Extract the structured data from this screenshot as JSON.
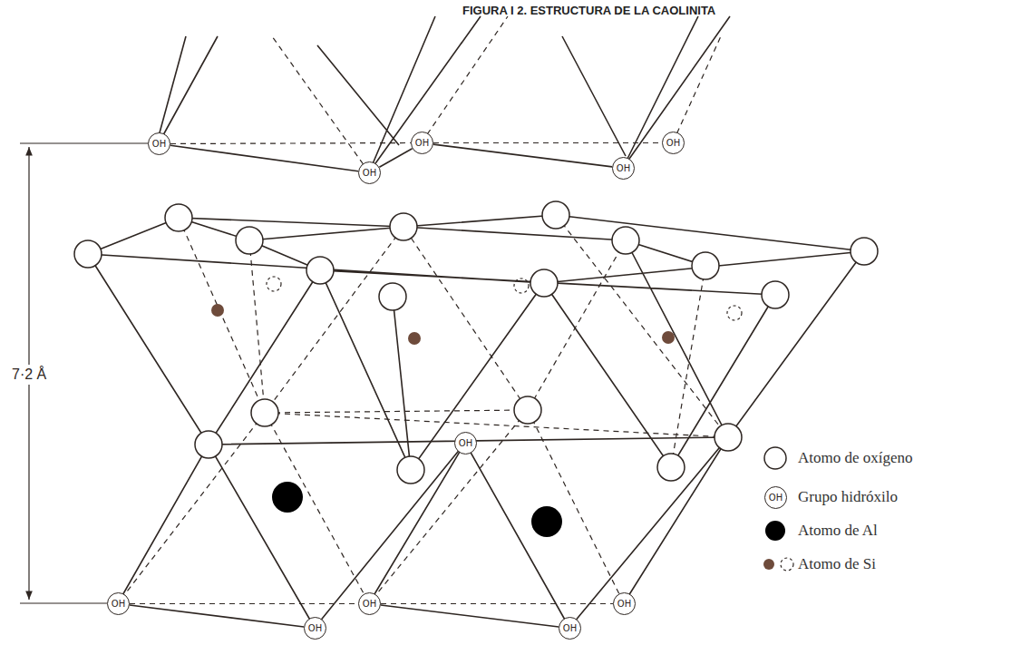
{
  "diagram": {
    "title": "FIGURA I 2. ESTRUCTURA DE LA CAOLINITA",
    "nodes": [
      {
        "text": [
          "OH"
        ]
      },
      {
        "text": [
          "OH"
        ]
      },
      {
        "text": [
          "OH"
        ]
      },
      {
        "text": [
          "OH"
        ]
      },
      {
        "text": [
          "OH"
        ]
      },
      {
        "text": [
          "OH"
        ]
      },
      {
        "text": [
          "OH"
        ]
      },
      {
        "text": [
          "OH"
        ]
      },
      {
        "text": [
          "OH"
        ]
      },
      {
        "text": [
          "OH"
        ]
      },
      {
        "text": [
          "OH"
        ]
      },
      {
        "text": [
          "OH"
        ]
      }
    ],
    "edges": [
      {
        "from": 0,
        "to": 1,
        "arrow": "none"
      },
      {
        "from": 0,
        "to": 2,
        "arrow": "none"
      },
      {
        "from": 1,
        "to": 2,
        "arrow": "none"
      },
      {
        "from": 2,
        "to": 3,
        "arrow": "none"
      },
      {
        "from": 2,
        "to": 4,
        "arrow": "none"
      },
      {
        "from": 6,
        "to": 7,
        "arrow": "none"
      },
      {
        "from": 6,
        "to": 8,
        "arrow": "none"
      },
      {
        "from": 8,
        "to": 9,
        "arrow": "none"
      },
      {
        "from": 8,
        "to": 10,
        "arrow": "none"
      }
    ],
    "labels": [
      "7·2 Å"
    ],
    "legend": [
      {
        "text": "Atomo de oxígeno"
      },
      {
        "text": "Grupo hidróxilo"
      },
      {
        "text": "Atomo de Al"
      },
      {
        "text": "Atomo de Si"
      }
    ]
  }
}
